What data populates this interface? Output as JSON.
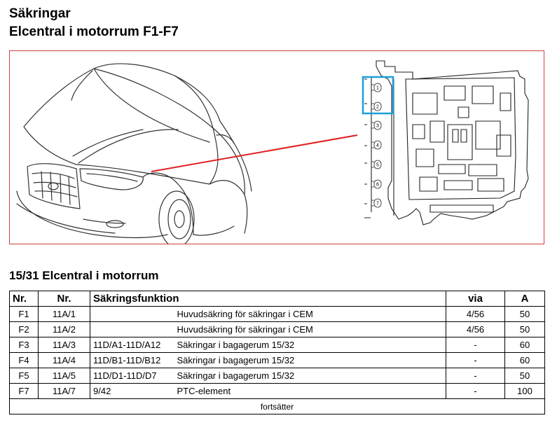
{
  "header": {
    "title": "Säkringar",
    "subtitle": "Elcentral i motorrum F1-F7"
  },
  "figure": {
    "fuse_numbers": [
      "1",
      "2",
      "3",
      "4",
      "5",
      "6",
      "7"
    ],
    "highlight_color": "#1aa0d8",
    "pointer_color": "#e02020"
  },
  "section": {
    "title": "15/31 Elcentral i motorrum"
  },
  "table": {
    "headers": {
      "nr1": "Nr.",
      "nr2": "Nr.",
      "function": "Säkringsfunktion",
      "via": "via",
      "amp": "A"
    },
    "rows": [
      {
        "nr1": "F1",
        "nr2": "11A/1",
        "code": "",
        "desc": "Huvudsäkring för säkringar i CEM",
        "via": "4/56",
        "amp": "50"
      },
      {
        "nr1": "F2",
        "nr2": "11A/2",
        "code": "",
        "desc": "Huvudsäkring för säkringar i CEM",
        "via": "4/56",
        "amp": "50"
      },
      {
        "nr1": "F3",
        "nr2": "11A/3",
        "code": "11D/A1-11D/A12",
        "desc": "Säkringar i bagagerum 15/32",
        "via": "-",
        "amp": "60"
      },
      {
        "nr1": "F4",
        "nr2": "11A/4",
        "code": "11D/B1-11D/B12",
        "desc": "Säkringar i bagagerum 15/32",
        "via": "-",
        "amp": "60"
      },
      {
        "nr1": "F5",
        "nr2": "11A/5",
        "code": "11D/D1-11D/D7",
        "desc": "Säkringar i bagagerum 15/32",
        "via": "-",
        "amp": "50"
      },
      {
        "nr1": "F7",
        "nr2": "11A/7",
        "code": "9/42",
        "desc": "PTC-element",
        "via": "-",
        "amp": "100"
      }
    ],
    "footer": "fortsätter"
  }
}
